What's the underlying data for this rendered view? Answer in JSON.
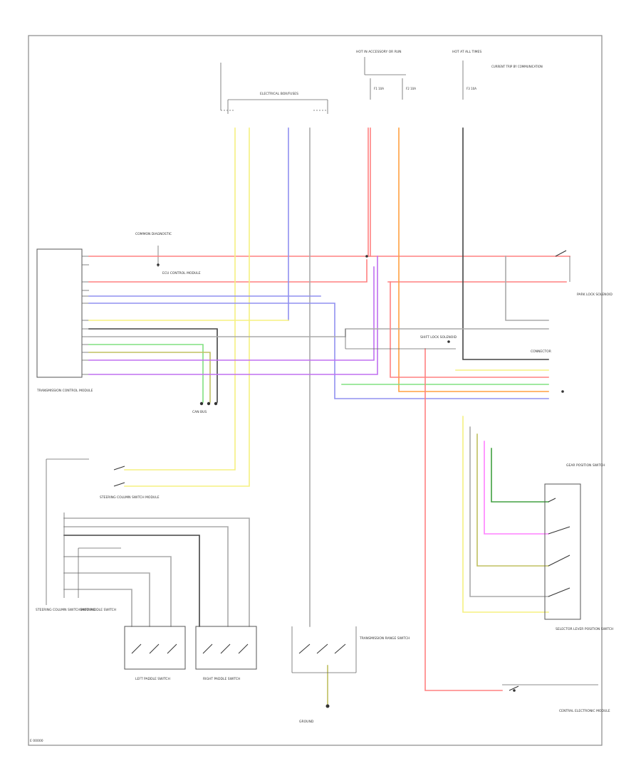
{
  "wire_colors": {
    "red": "#ff8080",
    "yellow": "#f5f080",
    "blue": "#9090f0",
    "violet": "#c070f0",
    "orange": "#ffa040",
    "green": "#80e080",
    "dark_green": "#40a040",
    "olive": "#c0c060",
    "gray": "#aaaaaa",
    "black": "#444444",
    "pink": "#ff80ff",
    "light_blue": "#a0c0ff"
  },
  "labels": {
    "fuse_panel_left": "ELECTRICAL BOX/FUSES",
    "fuse_top_a": "HOT IN ACCESSORY OR RUN",
    "fuse_top_b": "HOT AT ALL TIMES",
    "fuse_top_note": "CURRENT TRIP BY COMMUNICATION",
    "fuse_f1": "F1 10A",
    "fuse_f2": "F2 10A",
    "fuse_f3": "F3 10A",
    "tcm": "TRANSMISSION CONTROL MODULE",
    "top_connector": "COMMON DIAGNOSTIC",
    "module_mid": "ECU CONTROL MODULE",
    "can_bus": "CAN BUS",
    "right_sw_top": "PARK LOCK SOLENOID",
    "mid_right_box": "SHIFT LOCK SOLENOID",
    "right_connector": "CONNECTOR",
    "gear_sw": "GEAR POSITION SWITCH",
    "selector_lever": "SELECTOR LEVER POSITION SWITCH",
    "left_lower_module": "STEERING COLUMN SWITCH MODULE",
    "left_sub_module": "SHIFT PADDLE SWITCH",
    "left_paddle": "LEFT PADDLE SWITCH",
    "right_paddle": "RIGHT PADDLE SWITCH",
    "center_switch": "TRANSMISSION RANGE SWITCH",
    "ground": "GROUND",
    "bottom_right_module": "CENTRAL ELECTRONIC MODULE",
    "footer": "E 00000"
  }
}
